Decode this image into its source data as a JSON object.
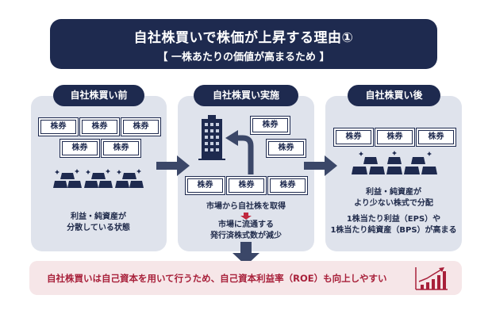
{
  "header": {
    "title": "自社株買いで株価が上昇する理由①",
    "subtitle": "【 一株あたりの価値が高まるため 】"
  },
  "panels": {
    "before": {
      "label": "自社株買い前",
      "certificate": "株券",
      "caption_line1": "利益・純資産が",
      "caption_line2": "分散している状態"
    },
    "during": {
      "label": "自社株買い実施",
      "certificate": "株券",
      "caption_line1": "市場から自社株を取得",
      "caption_line2": "市場に流通する",
      "caption_line3": "発行済株式数が減少"
    },
    "after": {
      "label": "自社株買い後",
      "certificate": "株券",
      "caption_line1": "利益・純資産が",
      "caption_line2": "より少ない株式で分配",
      "caption_line3": "1株当たり利益（EPS）や",
      "caption_line4": "1株当たり純資産（BPS）が高まる"
    }
  },
  "banner": {
    "text": "自社株買いは自己資本を用いて行うため、自己資本利益率（ROE）も向上しやすい"
  },
  "colors": {
    "navy": "#1e2a4f",
    "panel_bg": "#dfe3ec",
    "accent_red": "#a8203a",
    "banner_bg": "#f6e6e8"
  }
}
